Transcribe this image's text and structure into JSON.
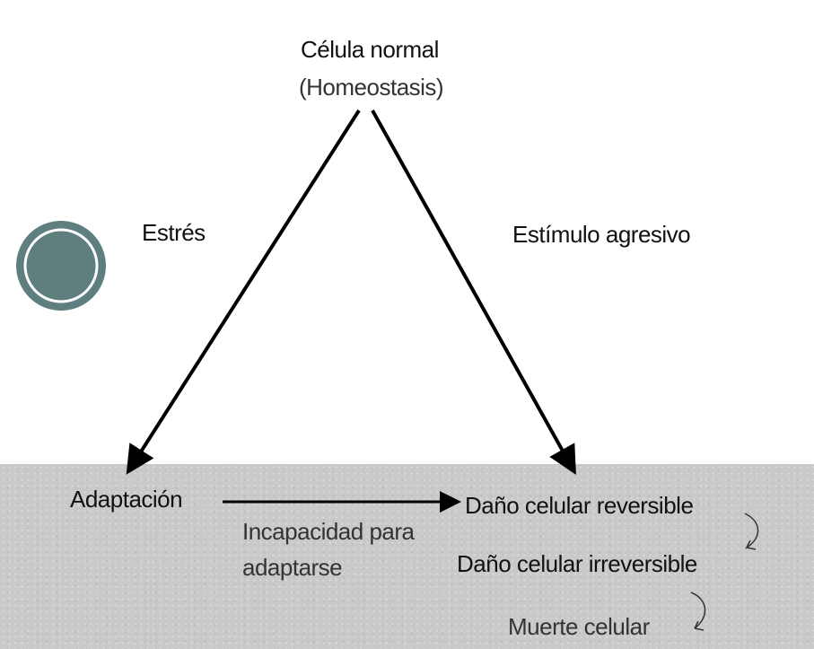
{
  "top": {
    "title": "Célula normal",
    "subtitle": "(Homeostasis)"
  },
  "left_label": "Estrés",
  "right_label": "Estímulo agresivo",
  "bottom_left": "Adaptación",
  "middle_label": {
    "line1": "Incapacidad para",
    "line2": "adaptarse"
  },
  "right_chain": [
    "Daño celular reversible",
    "Daño celular irreversible",
    "Muerte celular"
  ],
  "colors": {
    "band": "#c9c9c9",
    "circle": "#5f7f7f"
  }
}
